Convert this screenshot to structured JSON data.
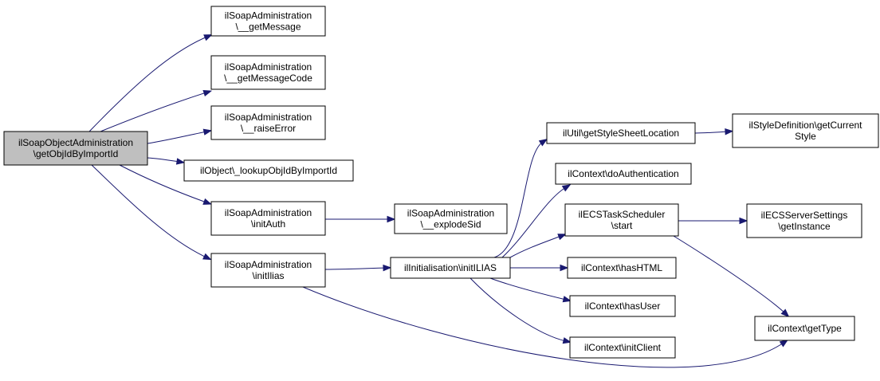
{
  "diagram": {
    "colors": {
      "edge": "#191970",
      "root_fill": "#bfbfbf",
      "node_fill": "#ffffff",
      "border": "#000000"
    },
    "nodes": [
      {
        "id": "root",
        "lines": [
          "ilSoapObjectAdministration",
          "\\getObjIdByImportId"
        ],
        "interactable": false
      },
      {
        "id": "get-message",
        "lines": [
          "ilSoapAdministration",
          "\\__getMessage"
        ],
        "interactable": true
      },
      {
        "id": "get-message-code",
        "lines": [
          "ilSoapAdministration",
          "\\__getMessageCode"
        ],
        "interactable": true
      },
      {
        "id": "raise-error",
        "lines": [
          "ilSoapAdministration",
          "\\__raiseError"
        ],
        "interactable": true
      },
      {
        "id": "lookup-obj-id",
        "lines": [
          "ilObject\\_lookupObjIdByImportId"
        ],
        "interactable": true
      },
      {
        "id": "init-auth",
        "lines": [
          "ilSoapAdministration",
          "\\initAuth"
        ],
        "interactable": true
      },
      {
        "id": "init-ilias",
        "lines": [
          "ilSoapAdministration",
          "\\initIlias"
        ],
        "interactable": true
      },
      {
        "id": "explode-sid",
        "lines": [
          "ilSoapAdministration",
          "\\__explodeSid"
        ],
        "interactable": true
      },
      {
        "id": "initialisation-init-ilias",
        "lines": [
          "ilInitialisation\\initILIAS"
        ],
        "interactable": true
      },
      {
        "id": "get-style-sheet-location",
        "lines": [
          "ilUtil\\getStyleSheetLocation"
        ],
        "interactable": true
      },
      {
        "id": "do-authentication",
        "lines": [
          "ilContext\\doAuthentication"
        ],
        "interactable": true
      },
      {
        "id": "ecs-task-scheduler-start",
        "lines": [
          "ilECSTaskScheduler",
          "\\start"
        ],
        "interactable": true
      },
      {
        "id": "has-html",
        "lines": [
          "ilContext\\hasHTML"
        ],
        "interactable": true
      },
      {
        "id": "has-user",
        "lines": [
          "ilContext\\hasUser"
        ],
        "interactable": true
      },
      {
        "id": "init-client",
        "lines": [
          "ilContext\\initClient"
        ],
        "interactable": true
      },
      {
        "id": "get-current-style",
        "lines": [
          "ilStyleDefinition\\getCurrent",
          "Style"
        ],
        "interactable": true
      },
      {
        "id": "ecs-server-settings-get-instance",
        "lines": [
          "ilECSServerSettings",
          "\\getInstance"
        ],
        "interactable": true
      },
      {
        "id": "get-type",
        "lines": [
          "ilContext\\getType"
        ],
        "interactable": true
      }
    ],
    "edges": [
      [
        "root",
        "get-message"
      ],
      [
        "root",
        "get-message-code"
      ],
      [
        "root",
        "raise-error"
      ],
      [
        "root",
        "lookup-obj-id"
      ],
      [
        "root",
        "init-auth"
      ],
      [
        "root",
        "init-ilias"
      ],
      [
        "init-auth",
        "explode-sid"
      ],
      [
        "init-ilias",
        "initialisation-init-ilias"
      ],
      [
        "init-ilias",
        "get-type"
      ],
      [
        "initialisation-init-ilias",
        "get-style-sheet-location"
      ],
      [
        "initialisation-init-ilias",
        "do-authentication"
      ],
      [
        "initialisation-init-ilias",
        "ecs-task-scheduler-start"
      ],
      [
        "initialisation-init-ilias",
        "has-html"
      ],
      [
        "initialisation-init-ilias",
        "has-user"
      ],
      [
        "initialisation-init-ilias",
        "init-client"
      ],
      [
        "get-style-sheet-location",
        "get-current-style"
      ],
      [
        "ecs-task-scheduler-start",
        "ecs-server-settings-get-instance"
      ],
      [
        "ecs-task-scheduler-start",
        "get-type"
      ]
    ]
  }
}
